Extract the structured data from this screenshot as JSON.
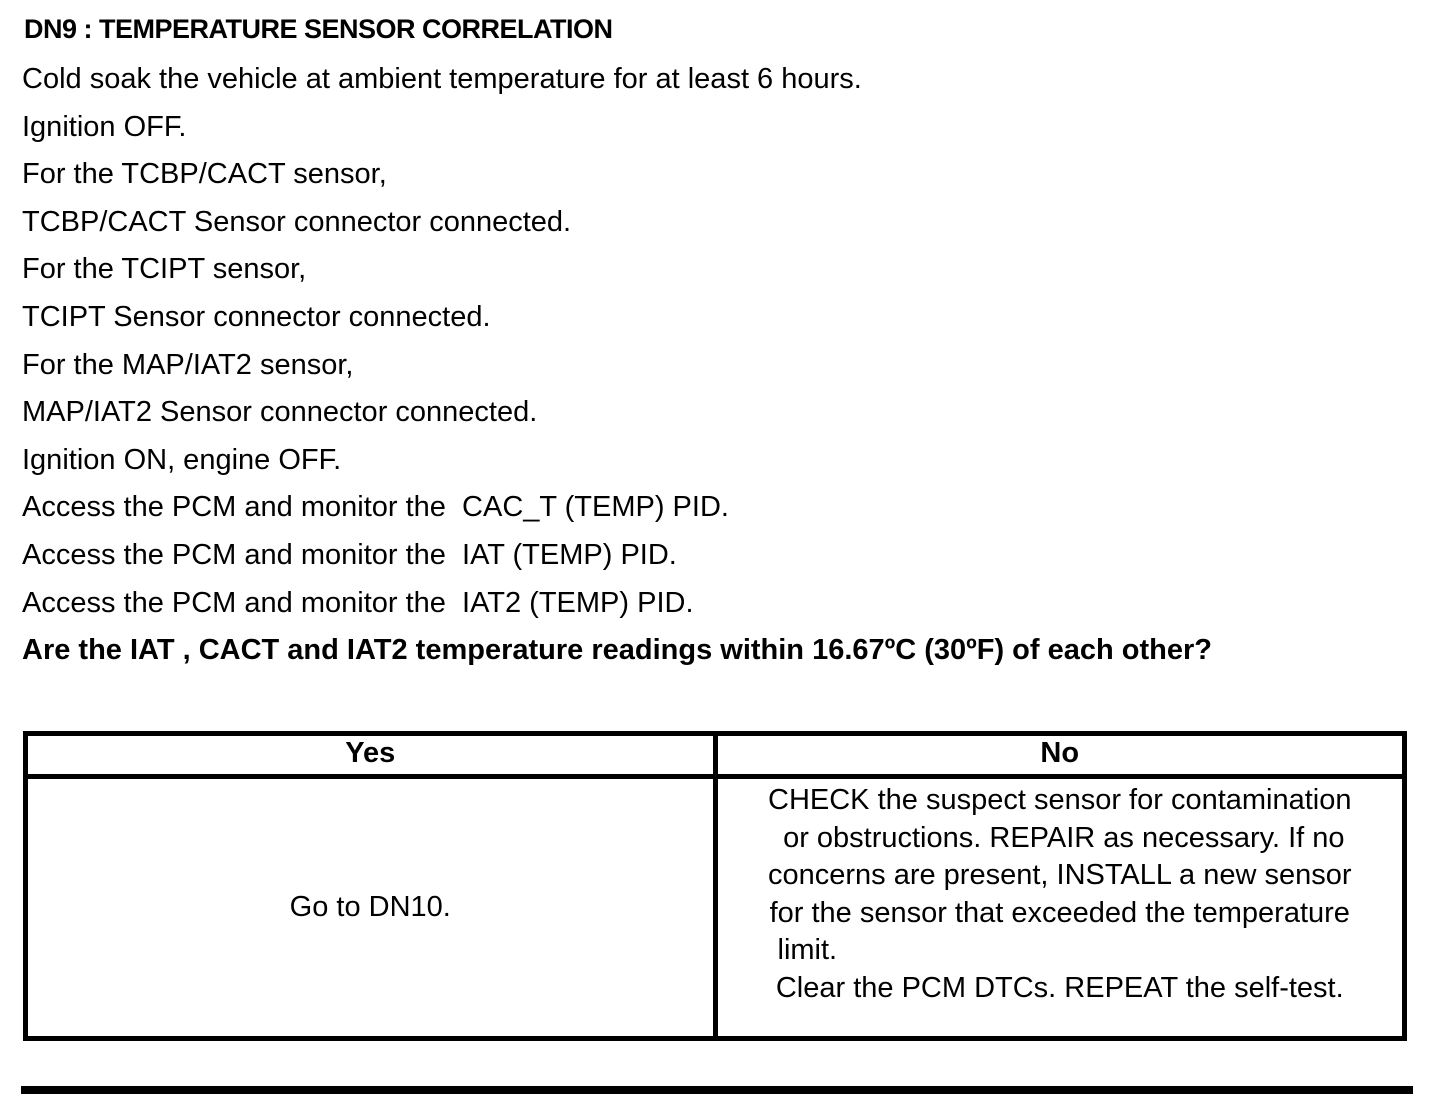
{
  "page": {
    "title": "DN9 : TEMPERATURE SENSOR CORRELATION",
    "instructions": [
      "Cold soak the vehicle at ambient temperature for at least 6 hours.",
      "Ignition OFF.",
      "For the TCBP/CACT sensor,",
      "TCBP/CACT Sensor connector connected.",
      "For the TCIPT sensor,",
      "TCIPT Sensor connector connected.",
      "For the MAP/IAT2 sensor,",
      "MAP/IAT2 Sensor connector connected.",
      "Ignition ON, engine OFF.",
      "Access the PCM and monitor the  CAC_T (TEMP) PID.",
      "Access the PCM and monitor the  IAT (TEMP) PID.",
      "Access the PCM and monitor the  IAT2 (TEMP) PID."
    ],
    "question": "Are the IAT , CACT and IAT2 temperature readings within 16.67ºC (30ºF) of each other?"
  },
  "decision_table": {
    "yes_header": "Yes",
    "no_header": "No",
    "yes_result": "Go to DN10.",
    "no_result_lines": [
      "CHECK the suspect sensor for contamination",
      " or obstructions. REPAIR as necessary. If no",
      "concerns are present, INSTALL a new sensor",
      "for the sensor that exceeded the temperature",
      "limit.",
      "Clear the PCM DTCs. REPEAT the self-test."
    ]
  },
  "colors": {
    "text": "#000000",
    "background": "#ffffff",
    "border": "#000000"
  }
}
